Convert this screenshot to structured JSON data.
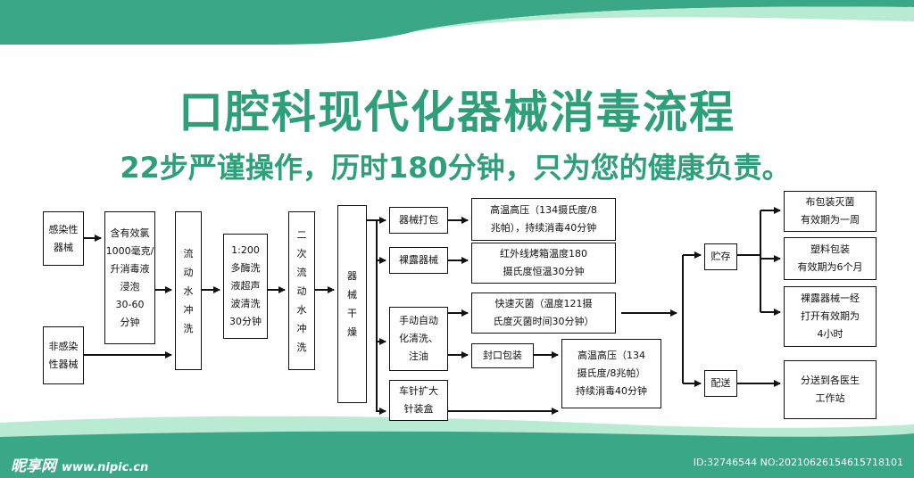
{
  "title": "口腔科现代化器械消毒流程",
  "subtitle": "22步严谨操作，历时180分钟，只为您的健康负责。",
  "colors": {
    "accent": "#2e9f78",
    "band_dark": "#3aa887",
    "band_light": "#b9ead2"
  },
  "nodes": {
    "infected": "感染性\n器械",
    "noninfected": "非感染\n性器械",
    "soak": "含有效氯\n1000毫克/\n升消毒液\n浸泡\n30-60\n分钟",
    "rinse1": "流\n动\n水\n冲\n洗",
    "enzyme": "1:200\n多酶洗\n液超声\n波清洗\n30分钟",
    "rinse2": "二\n次\n流\n动\n水\n冲\n洗",
    "dry": "器\n械\n干\n燥",
    "pack": "器械打包",
    "bare": "裸露器械",
    "manual": "手动自动\n化清洗、\n注油",
    "drill": "车针扩大\n针装盒",
    "hp1": "高温高压（134摄氏度/8\n兆帕），持续消毒40分钟",
    "ir": "红外线烤箱温度180\n摄氏度恒温30分钟",
    "fast": "快速灭菌（温度121摄\n氏度灭菌时间30分钟）",
    "seal": "封口包装",
    "hp2": "高温高压（134\n摄氏度/8兆帕）\n持续消毒40分钟",
    "store": "贮存",
    "deliver": "配送",
    "cloth": "布包装灭菌\n有效期为一周",
    "plastic": "塑料包装\n有效期为6个月",
    "bareexp": "裸露器械一经\n打开有效期为\n4小时",
    "clinic": "分送到各医生\n工作站"
  },
  "footer": {
    "logo": "昵享网",
    "url": "www.nipic.cn",
    "id": "ID:32746544 NO:20210626154615718101"
  }
}
